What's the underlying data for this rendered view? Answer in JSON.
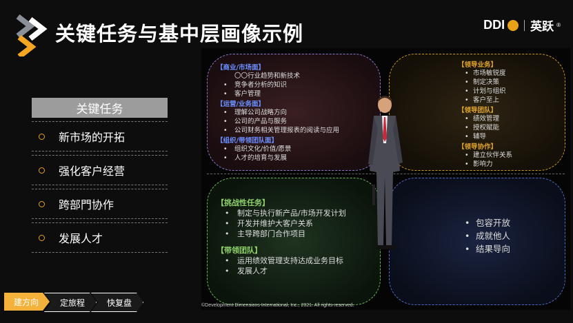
{
  "title": "关键任务与基中层画像示例",
  "logo": {
    "ddi": "DDI",
    "cn": "英跃",
    "reg": "®"
  },
  "tasks": {
    "header": "关键任务",
    "items": [
      "新市场的开拓",
      "强化客户经营",
      "跨部門协作",
      "发展人才"
    ]
  },
  "q1": {
    "sec1": "【商业/市场面】",
    "sec1_items": [
      "〇〇行业趋势和新技术",
      "竞争者分析的知识",
      "客户管理"
    ],
    "sec2": "【运营/业务面】",
    "sec2_items": [
      "理解公司战略方向",
      "公司的产品与服务",
      "公司财务相关管理报表的阅读与应用"
    ],
    "sec3": "【组织/带领团队面】",
    "sec3_items": [
      "组织文化/价值/愿景",
      "人才的培育与发展"
    ]
  },
  "q2": {
    "sec1": "【领导业务】",
    "sec1_items": [
      "市场敏锐度",
      "制定决策",
      "计划与组织",
      "客户至上"
    ],
    "sec2": "【领导团队】",
    "sec2_items": [
      "绩效管理",
      "授权赋能",
      "辅导"
    ],
    "sec3": "【领导协作】",
    "sec3_items": [
      "建立伙伴关系",
      "影响力"
    ]
  },
  "q3": {
    "sec1": "【挑战性任务】",
    "sec1_items": [
      "制定与执行新产品/市场开发计划",
      "开发并维护大客户关系",
      "主导跨部门合作项目"
    ],
    "sec2": "【带领团队】",
    "sec2_items": [
      "运用绩效管理支持达成业务目标",
      "发展人才"
    ]
  },
  "q4": {
    "items": [
      "包容开放",
      "成就他人",
      "结果导向"
    ]
  },
  "copyright": "©Development Dimensions International, Inc., 2021. All rights reserved.",
  "nav": [
    "建方向",
    "定旅程",
    "快复盘"
  ],
  "colors": {
    "accent": "#f5b23a",
    "blue": "#6c8fff",
    "gold": "#e0a42a",
    "green": "#8ed16b"
  }
}
